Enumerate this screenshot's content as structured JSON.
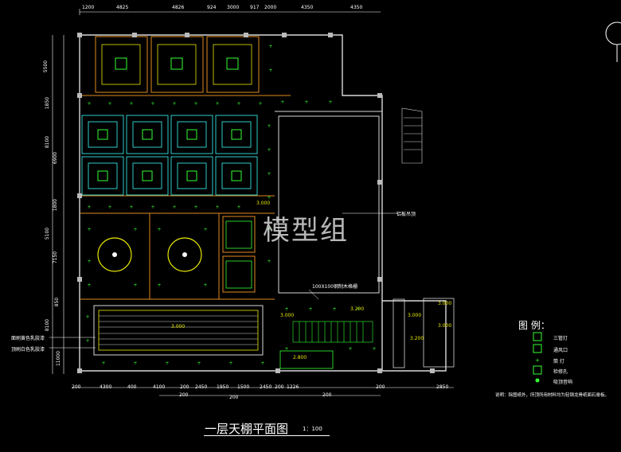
{
  "drawing": {
    "title": "一层天棚平面图",
    "scale": "1：100",
    "watermark": "模型组",
    "notes": {
      "bracket": "铝板吊顶",
      "joist": "100X100钢制木格栅",
      "yellow_paint": "面刷黄色乳胶漆",
      "white_paint": "顶刷白色乳胶漆"
    },
    "elevations": [
      "3.000",
      "3.200",
      "3.000",
      "3.000",
      "3.000",
      "3.000",
      "3.000",
      "3.200",
      "2.800"
    ]
  },
  "dimensions": {
    "top": [
      "1200",
      "4825",
      "4826",
      "924",
      "3000",
      "917",
      "2000",
      "4350",
      "4350"
    ],
    "left": [
      "5500",
      "1850",
      "8100",
      "6900",
      "1800",
      "5100",
      "7150",
      "850",
      "8100",
      "11000"
    ],
    "bottom": [
      "200",
      "4300",
      "400",
      "4100",
      "200",
      "2450",
      "1950",
      "1500",
      "2450",
      "200",
      "1226",
      "200",
      "2850"
    ],
    "bottom_totals": [
      "200",
      "200",
      "200"
    ]
  },
  "legend": {
    "title": "图  例：",
    "items": [
      {
        "icon": "triple-lamp-icon",
        "label": "三管灯"
      },
      {
        "icon": "vent-icon",
        "label": "通风口"
      },
      {
        "icon": "spot-lamp-icon",
        "label": "筒  灯"
      },
      {
        "icon": "inspection-hatch-icon",
        "label": "检修孔"
      },
      {
        "icon": "ceiling-speaker-icon",
        "label": "吸顶音响"
      }
    ],
    "note": "说明：除图纸外，所顶所用材料均为轻钢龙骨纸面石膏板。"
  },
  "colors": {
    "background": "#000000",
    "wall": "#d8d8d8",
    "grid_orange": "#e08a1e",
    "light_green": "#33ff33",
    "cyan": "#33e0e0",
    "yellow": "#e8e800",
    "dimension": "#ffffff"
  }
}
